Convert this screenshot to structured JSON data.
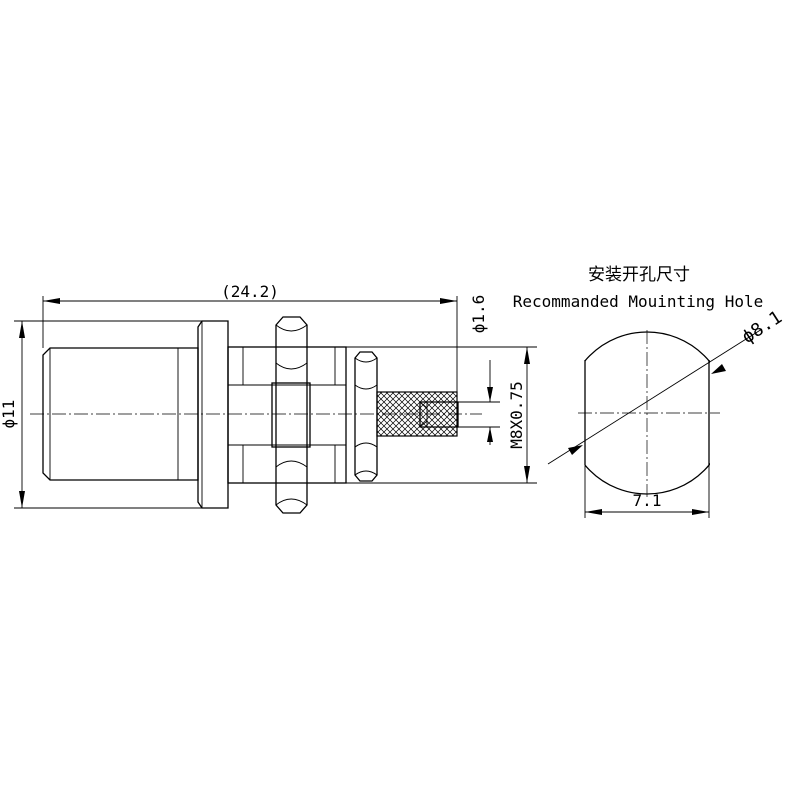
{
  "dimensions": {
    "overall_length": "(24.2)",
    "body_diameter": "ϕ11",
    "pin_diameter": "ϕ1.6",
    "thread": "M8X0.75",
    "hole_diameter": "ϕ8.1",
    "hole_flat_width": "7.1"
  },
  "mounting_hole": {
    "title_cn": "安装开孔尺寸",
    "title_en": "Recommanded Mouinting Hole"
  }
}
